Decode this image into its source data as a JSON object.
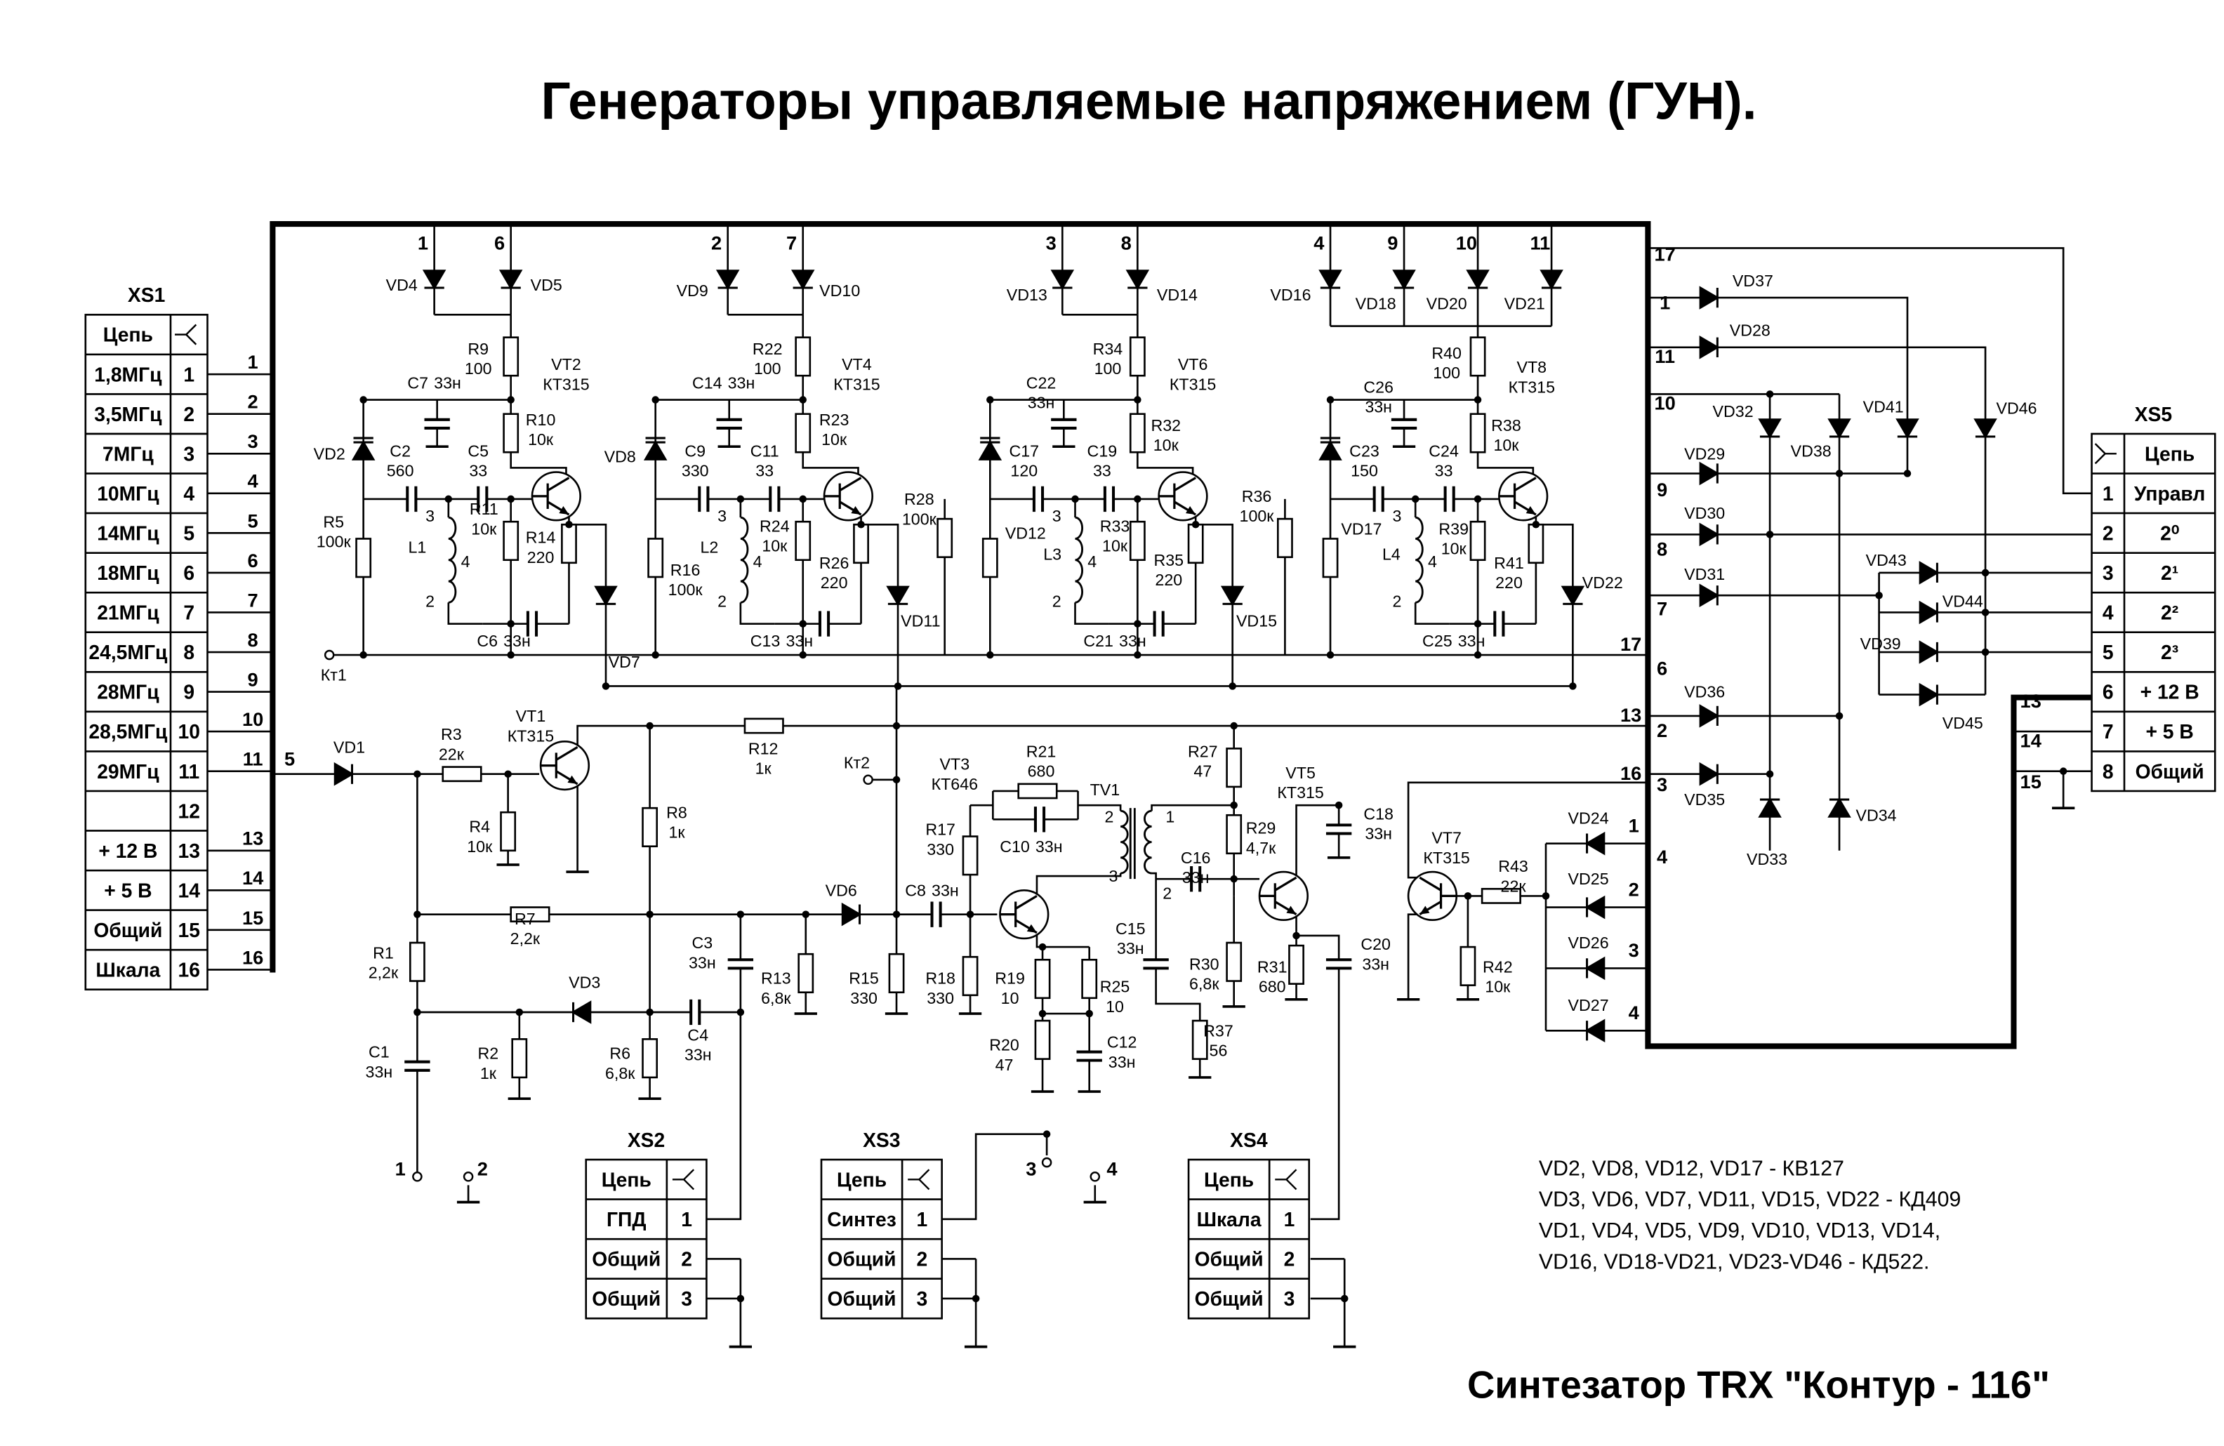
{
  "title": "Генераторы управляемые напряжением (ГУН).",
  "footer": "Синтезатор TRX \"Контур - 116\"",
  "notes": [
    "VD2, VD8, VD12, VD17 - КВ127",
    "VD3, VD6, VD7, VD11, VD15, VD22 - КД409",
    "VD1, VD4, VD5, VD9, VD10, VD13, VD14,",
    "VD16, VD18-VD21, VD23-VD46 - КД522."
  ],
  "connectors": {
    "XS1": {
      "name": "XS1",
      "header": "Цепь",
      "rows": [
        {
          "signal": "1,8МГц",
          "pin": "1"
        },
        {
          "signal": "3,5МГц",
          "pin": "2"
        },
        {
          "signal": "7МГц",
          "pin": "3"
        },
        {
          "signal": "10МГц",
          "pin": "4"
        },
        {
          "signal": "14МГц",
          "pin": "5"
        },
        {
          "signal": "18МГц",
          "pin": "6"
        },
        {
          "signal": "21МГц",
          "pin": "7"
        },
        {
          "signal": "24,5МГц",
          "pin": "8"
        },
        {
          "signal": "28МГц",
          "pin": "9"
        },
        {
          "signal": "28,5МГц",
          "pin": "10"
        },
        {
          "signal": "29МГц",
          "pin": "11"
        },
        {
          "signal": "",
          "pin": "12"
        },
        {
          "signal": "+ 12 В",
          "pin": "13"
        },
        {
          "signal": "+ 5 В",
          "pin": "14"
        },
        {
          "signal": "Общий",
          "pin": "15"
        },
        {
          "signal": "Шкала",
          "pin": "16"
        }
      ]
    },
    "XS5": {
      "name": "XS5",
      "header": "Цепь",
      "rows": [
        {
          "signal": "Управл",
          "pin": "1"
        },
        {
          "signal": "2⁰",
          "pin": "2"
        },
        {
          "signal": "2¹",
          "pin": "3"
        },
        {
          "signal": "2²",
          "pin": "4"
        },
        {
          "signal": "2³",
          "pin": "5"
        },
        {
          "signal": "+ 12 В",
          "pin": "6"
        },
        {
          "signal": "+ 5 В",
          "pin": "7"
        },
        {
          "signal": "Общий",
          "pin": "8"
        }
      ]
    },
    "XS2": {
      "name": "XS2",
      "header": "Цепь",
      "rows": [
        {
          "signal": "ГПД",
          "pin": "1"
        },
        {
          "signal": "Общий",
          "pin": "2"
        },
        {
          "signal": "Общий",
          "pin": "3"
        }
      ]
    },
    "XS3": {
      "name": "XS3",
      "header": "Цепь",
      "rows": [
        {
          "signal": "Синтез",
          "pin": "1"
        },
        {
          "signal": "Общий",
          "pin": "2"
        },
        {
          "signal": "Общий",
          "pin": "3"
        }
      ]
    },
    "XS4": {
      "name": "XS4",
      "header": "Цепь",
      "rows": [
        {
          "signal": "Шкала",
          "pin": "1"
        },
        {
          "signal": "Общий",
          "pin": "2"
        },
        {
          "signal": "Общий",
          "pin": "3"
        }
      ]
    }
  },
  "xs1_wire_pins": [
    "1",
    "2",
    "3",
    "4",
    "5",
    "6",
    "7",
    "8",
    "9",
    "10",
    "11",
    "13",
    "14",
    "15",
    "16"
  ],
  "top_pins": [
    "1",
    "6",
    "2",
    "7",
    "3",
    "8",
    "4",
    "9",
    "10",
    "11"
  ],
  "right_pins": [
    "17",
    "1",
    "11",
    "10",
    "9",
    "8",
    "7",
    "17",
    "6",
    "13",
    "2",
    "16",
    "3",
    "4"
  ],
  "input_pin": "5",
  "mux_pins": [
    "1",
    "2",
    "3",
    "4"
  ],
  "xs5_side_pins": [
    "13",
    "14",
    "15"
  ],
  "bottom_terminals": [
    "1",
    "2",
    "3",
    "4"
  ],
  "coil_taps": [
    "3",
    "4",
    "2"
  ],
  "tv1_pins": [
    "2",
    "1",
    "3",
    "2"
  ],
  "components": {
    "VD1": [
      "VD1",
      ""
    ],
    "VD2": [
      "VD2",
      ""
    ],
    "VD3": [
      "VD3",
      ""
    ],
    "VD4": [
      "VD4",
      ""
    ],
    "VD5": [
      "VD5",
      ""
    ],
    "VD6": [
      "VD6",
      ""
    ],
    "VD7": [
      "VD7",
      ""
    ],
    "VD8": [
      "VD8",
      ""
    ],
    "VD9": [
      "VD9",
      ""
    ],
    "VD10": [
      "VD10",
      ""
    ],
    "VD11": [
      "VD11",
      ""
    ],
    "VD12": [
      "VD12",
      ""
    ],
    "VD13": [
      "VD13",
      ""
    ],
    "VD14": [
      "VD14",
      ""
    ],
    "VD15": [
      "VD15",
      ""
    ],
    "VD16": [
      "VD16",
      ""
    ],
    "VD17": [
      "VD17",
      ""
    ],
    "VD18": [
      "VD18",
      ""
    ],
    "VD20": [
      "VD20",
      ""
    ],
    "VD21": [
      "VD21",
      ""
    ],
    "VD22": [
      "VD22",
      ""
    ],
    "VD24": [
      "VD24",
      ""
    ],
    "VD25": [
      "VD25",
      ""
    ],
    "VD26": [
      "VD26",
      ""
    ],
    "VD27": [
      "VD27",
      ""
    ],
    "VD28": [
      "VD28",
      ""
    ],
    "VD29": [
      "VD29",
      ""
    ],
    "VD30": [
      "VD30",
      ""
    ],
    "VD31": [
      "VD31",
      ""
    ],
    "VD32": [
      "VD32",
      ""
    ],
    "VD33": [
      "VD33",
      ""
    ],
    "VD34": [
      "VD34",
      ""
    ],
    "VD35": [
      "VD35",
      ""
    ],
    "VD36": [
      "VD36",
      ""
    ],
    "VD37": [
      "VD37",
      ""
    ],
    "VD38": [
      "VD38",
      ""
    ],
    "VD39": [
      "VD39",
      ""
    ],
    "VD41": [
      "VD41",
      ""
    ],
    "VD43": [
      "VD43",
      ""
    ],
    "VD44": [
      "VD44",
      ""
    ],
    "VD45": [
      "VD45",
      ""
    ],
    "VD46": [
      "VD46",
      ""
    ],
    "VT1": [
      "VT1",
      "КТ315"
    ],
    "VT2": [
      "VT2",
      "КТ315"
    ],
    "VT3": [
      "VT3",
      "КТ646"
    ],
    "VT4": [
      "VT4",
      "КТ315"
    ],
    "VT5": [
      "VT5",
      "КТ315"
    ],
    "VT6": [
      "VT6",
      "КТ315"
    ],
    "VT7": [
      "VT7",
      "КТ315"
    ],
    "VT8": [
      "VT8",
      "КТ315"
    ],
    "R1": [
      "R1",
      "2,2к"
    ],
    "R2": [
      "R2",
      "1к"
    ],
    "R3": [
      "R3",
      "22к"
    ],
    "R4": [
      "R4",
      "10к"
    ],
    "R5": [
      "R5",
      "100к"
    ],
    "R6": [
      "R6",
      "6,8к"
    ],
    "R7": [
      "R7",
      "2,2к"
    ],
    "R8": [
      "R8",
      "1к"
    ],
    "R9": [
      "R9",
      "100"
    ],
    "R10": [
      "R10",
      "10к"
    ],
    "R11": [
      "R11",
      "10к"
    ],
    "R12": [
      "R12",
      "1к"
    ],
    "R13": [
      "R13",
      "6,8к"
    ],
    "R14": [
      "R14",
      "220"
    ],
    "R15": [
      "R15",
      "330"
    ],
    "R16": [
      "R16",
      "100к"
    ],
    "R17": [
      "R17",
      "330"
    ],
    "R18": [
      "R18",
      "330"
    ],
    "R19": [
      "R19",
      "10"
    ],
    "R20": [
      "R20",
      "47"
    ],
    "R21": [
      "R21",
      "680"
    ],
    "R22": [
      "R22",
      "100"
    ],
    "R23": [
      "R23",
      "10к"
    ],
    "R24": [
      "R24",
      "10к"
    ],
    "R25": [
      "R25",
      "10"
    ],
    "R26": [
      "R26",
      "220"
    ],
    "R27": [
      "R27",
      "47"
    ],
    "R28": [
      "R28",
      "100к"
    ],
    "R29": [
      "R29",
      "4,7к"
    ],
    "R30": [
      "R30",
      "6,8к"
    ],
    "R31": [
      "R31",
      "680"
    ],
    "R32": [
      "R32",
      "10к"
    ],
    "R33": [
      "R33",
      "10к"
    ],
    "R34": [
      "R34",
      "100"
    ],
    "R35": [
      "R35",
      "220"
    ],
    "R36": [
      "R36",
      "100к"
    ],
    "R37": [
      "R37",
      "56"
    ],
    "R38": [
      "R38",
      "10к"
    ],
    "R39": [
      "R39",
      "10к"
    ],
    "R40": [
      "R40",
      "100"
    ],
    "R41": [
      "R41",
      "220"
    ],
    "R42": [
      "R42",
      "10к"
    ],
    "R43": [
      "R43",
      "22к"
    ],
    "C1": [
      "C1",
      "33н"
    ],
    "C2": [
      "C2",
      "560"
    ],
    "C3": [
      "C3",
      "33н"
    ],
    "C4": [
      "C4",
      "33н"
    ],
    "C5": [
      "C5",
      "33"
    ],
    "C6": [
      "C6",
      "33н"
    ],
    "C7": [
      "C7",
      "33н"
    ],
    "C8": [
      "C8",
      "33н"
    ],
    "C9": [
      "C9",
      "330"
    ],
    "C10": [
      "C10",
      "33н"
    ],
    "C11": [
      "C11",
      "33"
    ],
    "C12": [
      "C12",
      "33н"
    ],
    "C13": [
      "C13",
      "33н"
    ],
    "C14": [
      "C14",
      "33н"
    ],
    "C15": [
      "C15",
      "33н"
    ],
    "C16": [
      "C16",
      "33н"
    ],
    "C17": [
      "C17",
      "120"
    ],
    "C18": [
      "C18",
      "33н"
    ],
    "C19": [
      "C19",
      "33"
    ],
    "C20": [
      "C20",
      "33н"
    ],
    "C21": [
      "C21",
      "33н"
    ],
    "C22": [
      "C22",
      "33н"
    ],
    "C23": [
      "C23",
      "150"
    ],
    "C24": [
      "C24",
      "33"
    ],
    "C25": [
      "C25",
      "33н"
    ],
    "C26": [
      "C26",
      "33н"
    ],
    "L1": [
      "L1",
      ""
    ],
    "L2": [
      "L2",
      ""
    ],
    "L3": [
      "L3",
      ""
    ],
    "L4": [
      "L4",
      ""
    ],
    "TV1": [
      "TV1",
      ""
    ],
    "KT1": [
      "Кт1",
      ""
    ],
    "KT2": [
      "Кт2",
      ""
    ]
  }
}
